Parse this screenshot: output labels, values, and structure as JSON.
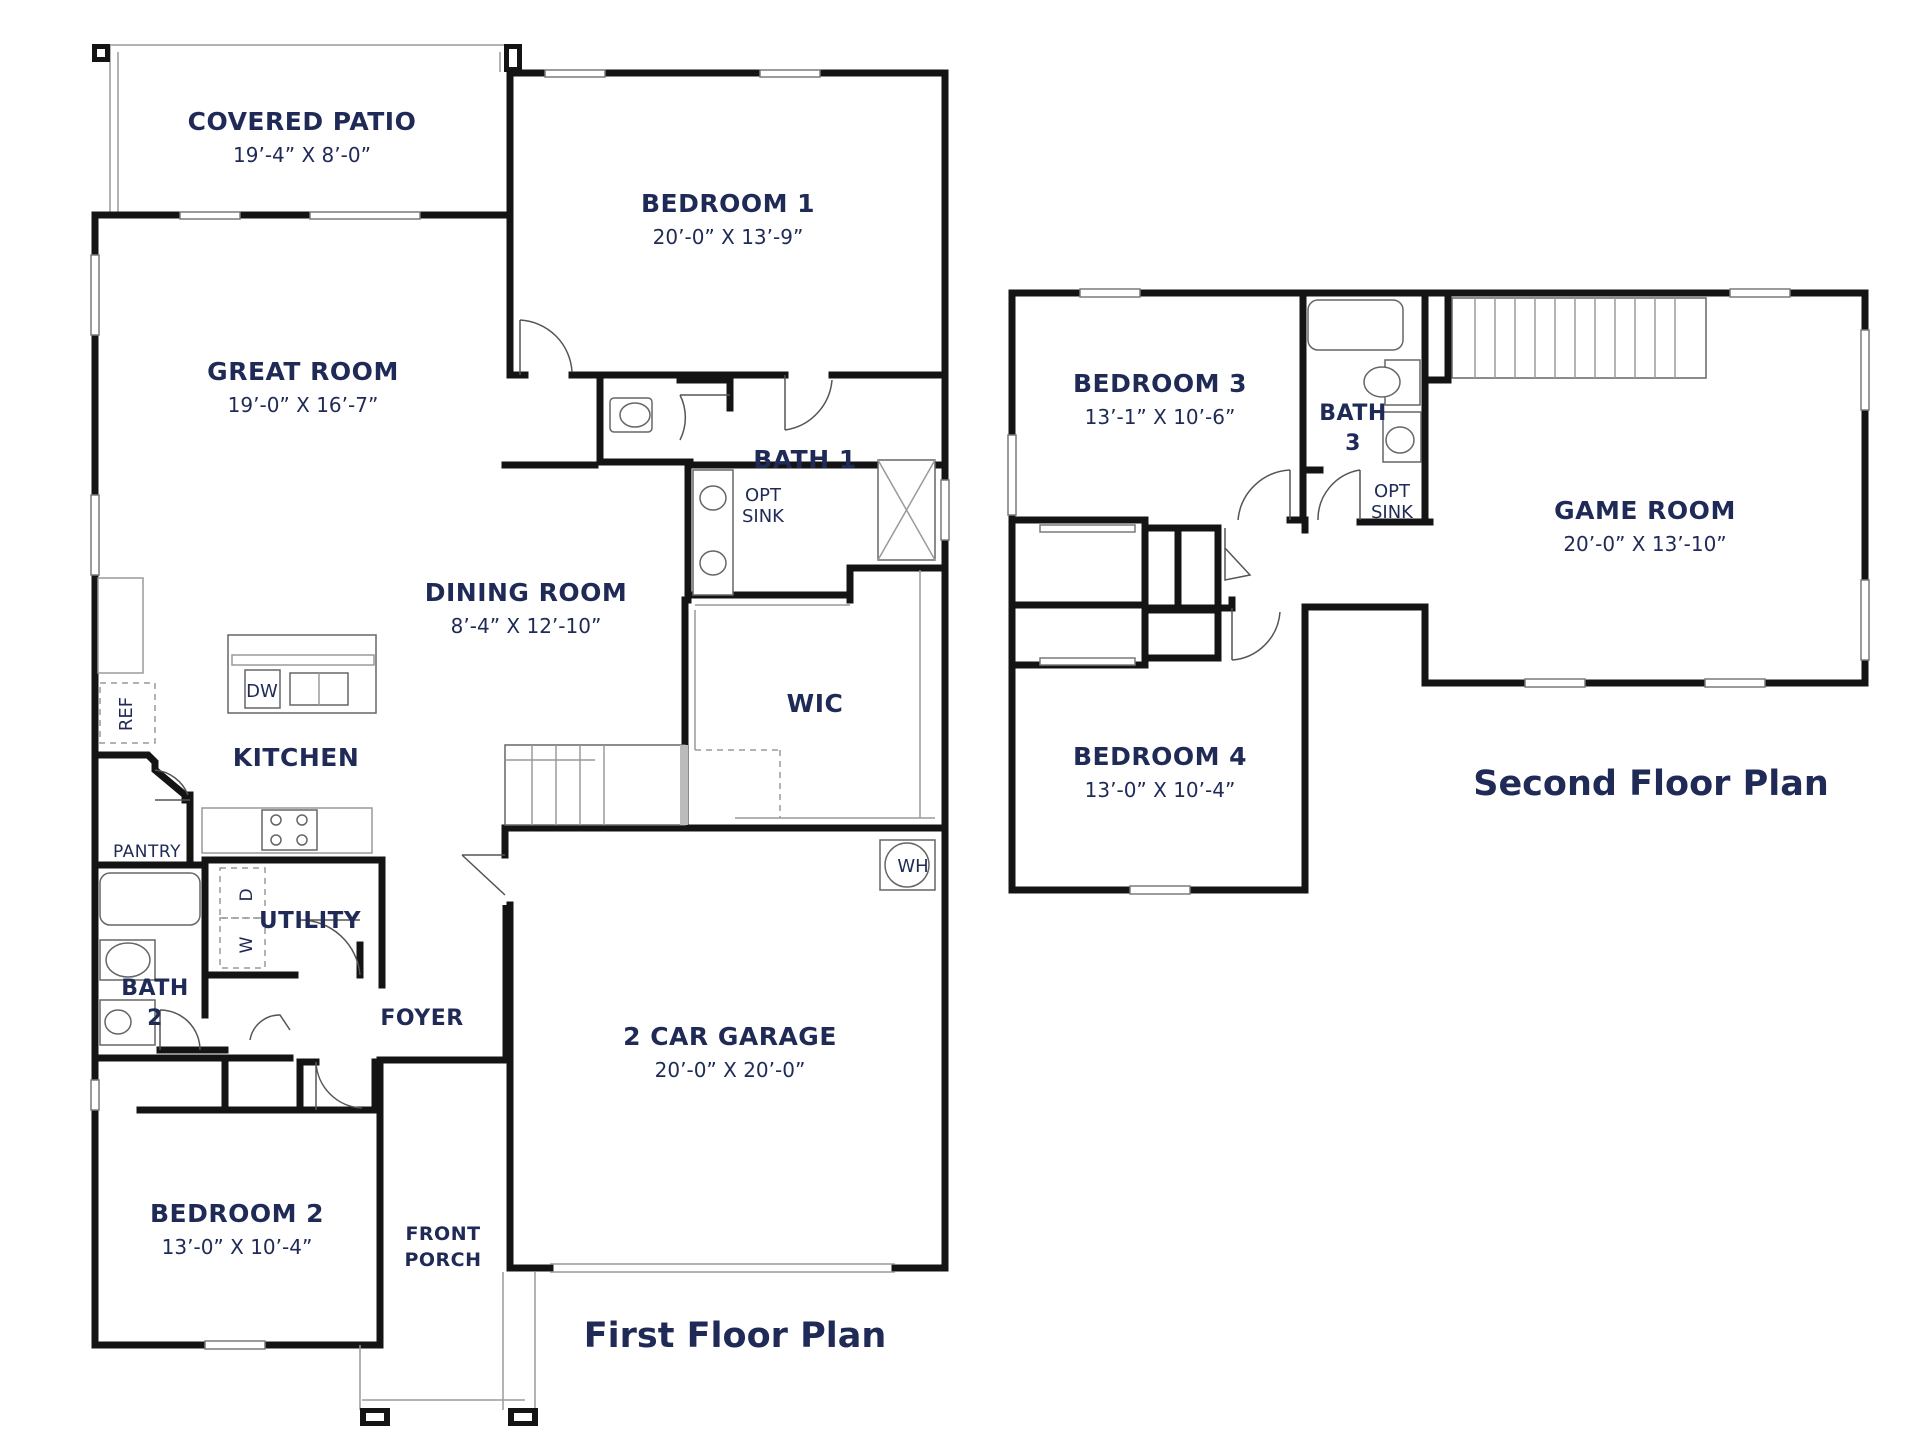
{
  "first_floor": {
    "title": "First Floor Plan",
    "rooms": {
      "covered_patio": {
        "name": "COVERED PATIO",
        "dims": "19’-4” X 8’-0”"
      },
      "bedroom1": {
        "name": "BEDROOM 1",
        "dims": "20’-0” X 13’-9”"
      },
      "great_room": {
        "name": "GREAT ROOM",
        "dims": "19’-0” X 16’-7”"
      },
      "bath1": {
        "name": "BATH 1"
      },
      "opt_sink": {
        "line1": "OPT",
        "line2": "SINK"
      },
      "dining_room": {
        "name": "DINING ROOM",
        "dims": "8’-4” X 12’-10”"
      },
      "wic": {
        "name": "WIC"
      },
      "kitchen": {
        "name": "KITCHEN"
      },
      "dw": "DW",
      "ref": "REF",
      "pantry": {
        "name": "PANTRY"
      },
      "wh": "WH",
      "utility": {
        "name": "UTILITY"
      },
      "washer": "W",
      "dryer": "D",
      "bath2": {
        "line1": "BATH",
        "line2": "2"
      },
      "foyer": {
        "name": "FOYER"
      },
      "garage": {
        "name": "2 CAR GARAGE",
        "dims": "20’-0” X 20’-0”"
      },
      "bedroom2": {
        "name": "BEDROOM 2",
        "dims": "13’-0” X 10’-4”"
      },
      "front_porch": {
        "line1": "FRONT",
        "line2": "PORCH"
      }
    }
  },
  "second_floor": {
    "title": "Second Floor Plan",
    "rooms": {
      "bedroom3": {
        "name": "BEDROOM 3",
        "dims": "13’-1” X 10’-6”"
      },
      "bath3": {
        "line1": "BATH",
        "line2": "3"
      },
      "opt_sink": {
        "line1": "OPT",
        "line2": "SINK"
      },
      "game_room": {
        "name": "GAME ROOM",
        "dims": "20’-0” X 13’-10”"
      },
      "bedroom4": {
        "name": "BEDROOM 4",
        "dims": "13’-0” X 10’-4”"
      }
    }
  },
  "colors": {
    "label": "#1f2a57",
    "wall": "#141414",
    "background": "#ffffff"
  }
}
